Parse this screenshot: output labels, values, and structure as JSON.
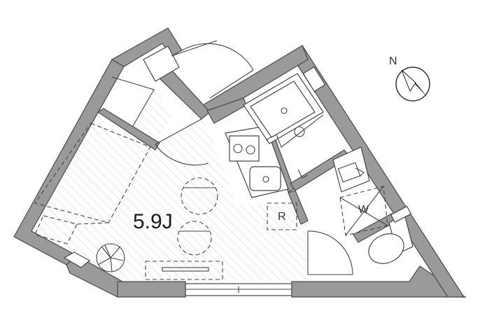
{
  "room": {
    "area_label": "5.9J"
  },
  "fixtures": {
    "refrigerator_label": "R",
    "washer_label": "W"
  },
  "compass": {
    "north_label": "N"
  },
  "colors": {
    "wall": "#9a9a9a",
    "wall_edge": "#4a4a4a",
    "line": "#444444",
    "hatch": "#d0d0d0",
    "background": "#ffffff"
  }
}
